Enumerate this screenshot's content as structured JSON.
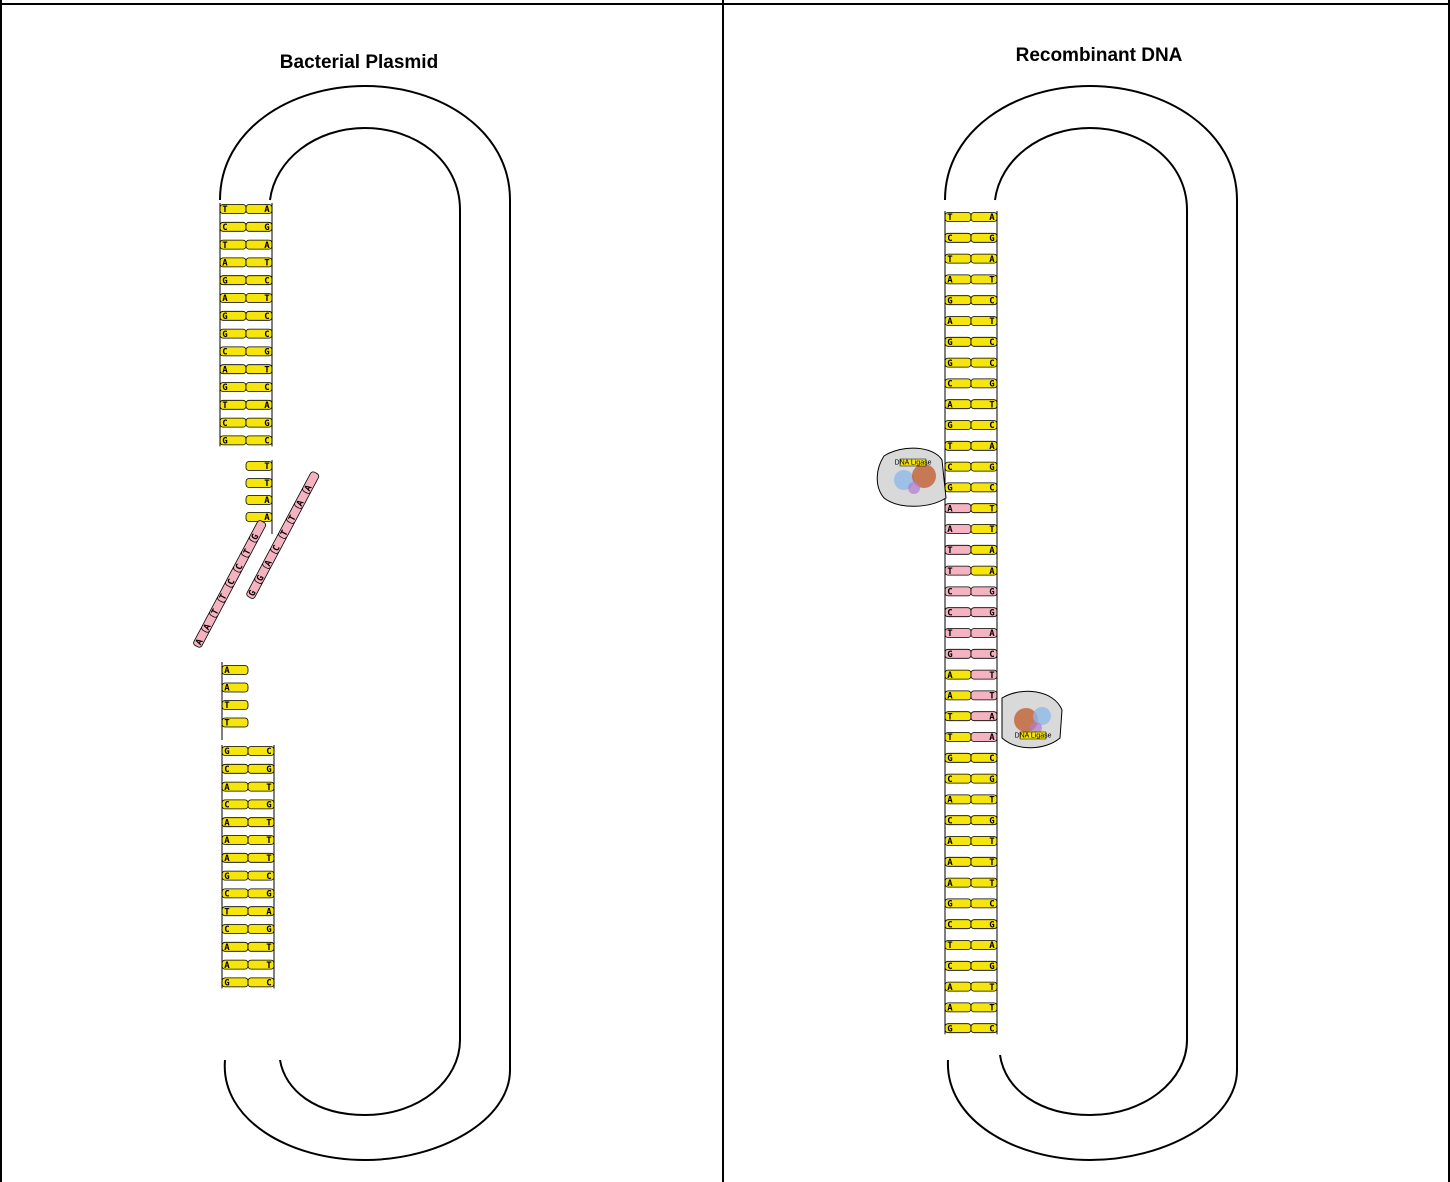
{
  "panels": [
    {
      "title": "Bacterial Plasmid"
    },
    {
      "title": "Recombinant DNA"
    }
  ],
  "colors": {
    "plasmid_dna": "#f5e50a",
    "insert_dna": "#f5b3c1",
    "outline": "#000000",
    "ligase_body": "#d9d9d9"
  },
  "plasmid": {
    "strand_a": "TCTAGAGGCAGTCG",
    "strand_b": "AGATCTCCGTCAGC",
    "sticky_top": "TTAA",
    "sticky_bottom_left": "AATT",
    "lower_a": "GCACAAAGCTCAAG",
    "lower_b": "CGTGTTTCGAGTTC"
  },
  "insert": {
    "strand_a": "AATTCCTG",
    "strand_b": "GGACTTAA"
  },
  "recombinant": {
    "left": "TCTAGAGGCAGTCGAATTCCTGAATTGCACAAAGCTCAAG",
    "right": "AGATCTCCGTCAGCTTAAGGACTTAACGTGTTTCGAGTTC"
  },
  "ligase_label": "DNA Ligase",
  "icons": [
    "ligase-enzyme-icon"
  ]
}
